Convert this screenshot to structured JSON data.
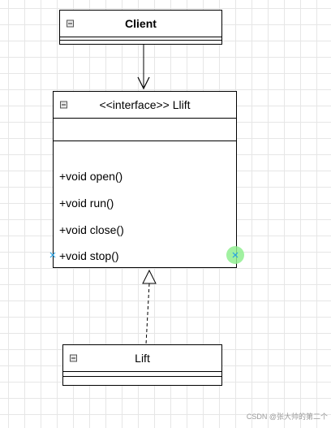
{
  "client": {
    "name": "Client"
  },
  "interface": {
    "name": "<<interface>> Llift",
    "operations": [
      "+void open()",
      "+void run()",
      "+void close()",
      "+void stop()"
    ]
  },
  "lift": {
    "name": "Lift"
  },
  "watermark": "CSDN @张大帅的第二个",
  "colors": {
    "line": "#000000",
    "grid": "#e6e6e6",
    "connection_point": "#29a3e6",
    "hover_highlight": "#90ee90"
  },
  "icons": [
    "collapse-icon",
    "arrow-icon",
    "realization-triangle-icon",
    "connection-point-icon"
  ]
}
